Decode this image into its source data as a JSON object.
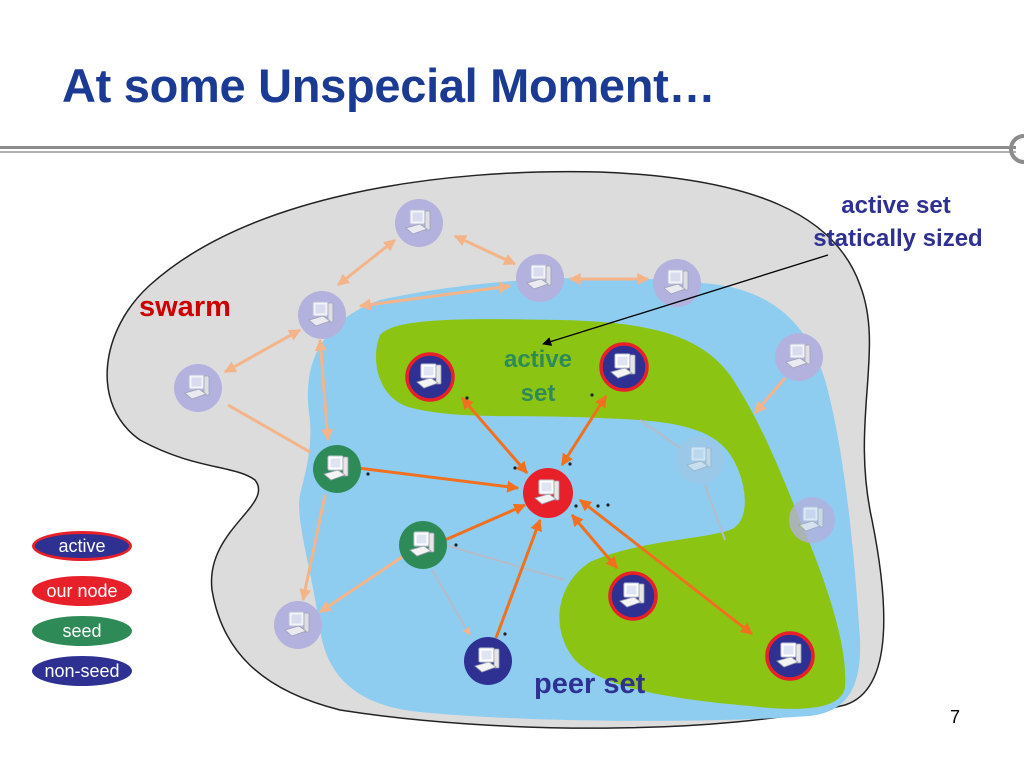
{
  "slide": {
    "title": "At some Unspecial Moment…",
    "page_number": "7"
  },
  "labels": {
    "swarm": "swarm",
    "active_set_line1": "active",
    "active_set_line2": "set",
    "peer_set": "peer set",
    "annotation_line1": "active set",
    "annotation_line2": "statically sized"
  },
  "legend": [
    {
      "label": "active",
      "fill": "#2e3192",
      "border": "#e8202a"
    },
    {
      "label": "our node",
      "fill": "#e8202a",
      "border": "#e8202a"
    },
    {
      "label": "seed",
      "fill": "#2e8b57",
      "border": "#2e8b57"
    },
    {
      "label": "non-seed",
      "fill": "#2e3192",
      "border": "#2e3192"
    }
  ],
  "colors": {
    "title": "#1b3a94",
    "swarm_region": "#dcdcdc",
    "peer_region": "#8ecdf0",
    "active_region": "#8cc414",
    "swarm_label": "#cc0000",
    "peer_label": "#2e3192",
    "annotation": "#2e3192",
    "active_label": "#2e8b57",
    "arrow_strong": "#f07020",
    "arrow_faint": "#f4b48a",
    "faint_node": "#b3b1dd"
  }
}
